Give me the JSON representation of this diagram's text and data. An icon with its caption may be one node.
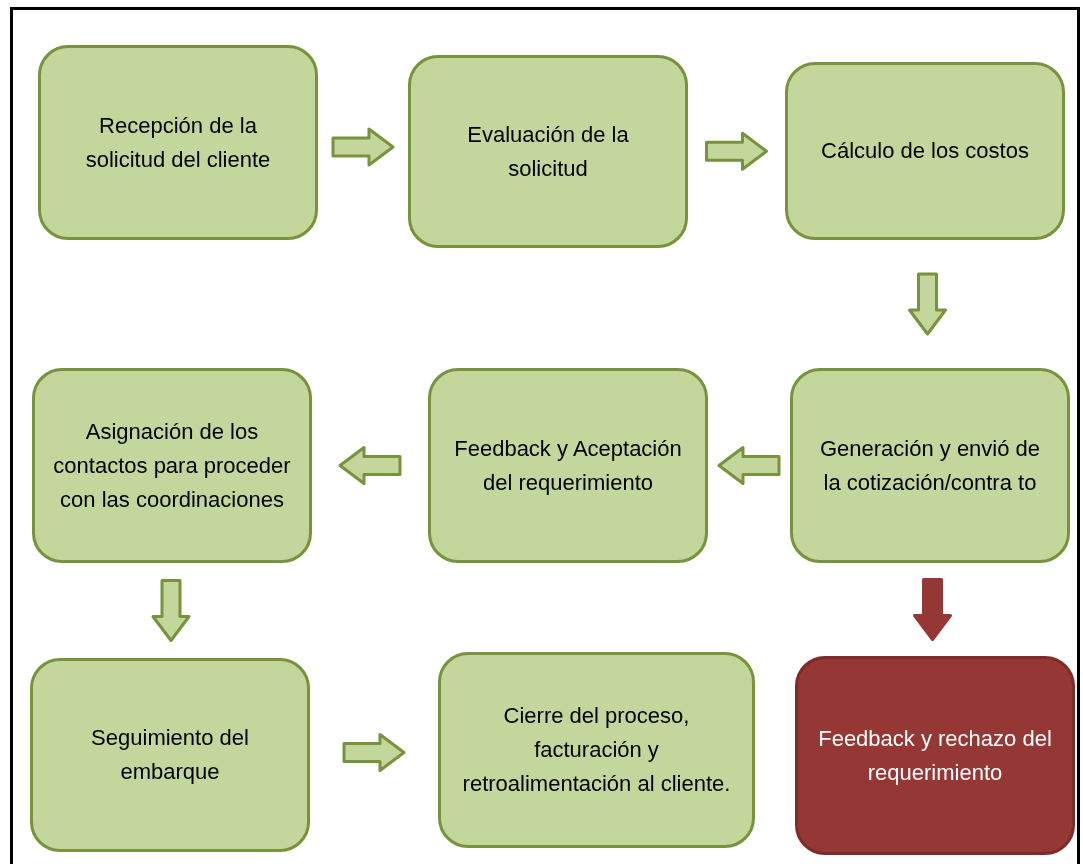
{
  "diagram": {
    "nodes": [
      {
        "text": [
          "Recepción de la solicitud del cliente"
        ]
      },
      {
        "text": [
          "Evaluación de la solicitud"
        ]
      },
      {
        "text": [
          "Cálculo de los costos"
        ]
      },
      {
        "text": [
          "Generación y envió de la cotización/contra to"
        ]
      },
      {
        "text": [
          "Feedback y Aceptación del requerimiento"
        ]
      },
      {
        "text": [
          "Asignación de los contactos para proceder con las coordinaciones"
        ]
      },
      {
        "text": [
          "Seguimiento del embarque"
        ]
      },
      {
        "text": [
          "Cierre del proceso, facturación y retroalimentación al cliente."
        ]
      },
      {
        "text": [
          "Feedback y rechazo del requerimiento"
        ]
      }
    ],
    "edges": [
      {
        "from": 0,
        "to": 1,
        "arrow": "to"
      },
      {
        "from": 1,
        "to": 2,
        "arrow": "to"
      },
      {
        "from": 2,
        "to": 3,
        "arrow": "to"
      },
      {
        "from": 3,
        "to": 4,
        "arrow": "to"
      },
      {
        "from": 4,
        "to": 5,
        "arrow": "to"
      },
      {
        "from": 5,
        "to": 6,
        "arrow": "to"
      },
      {
        "from": 6,
        "to": 7,
        "arrow": "to"
      },
      {
        "from": 3,
        "to": 8,
        "arrow": "to",
        "color": "#953735"
      }
    ]
  }
}
